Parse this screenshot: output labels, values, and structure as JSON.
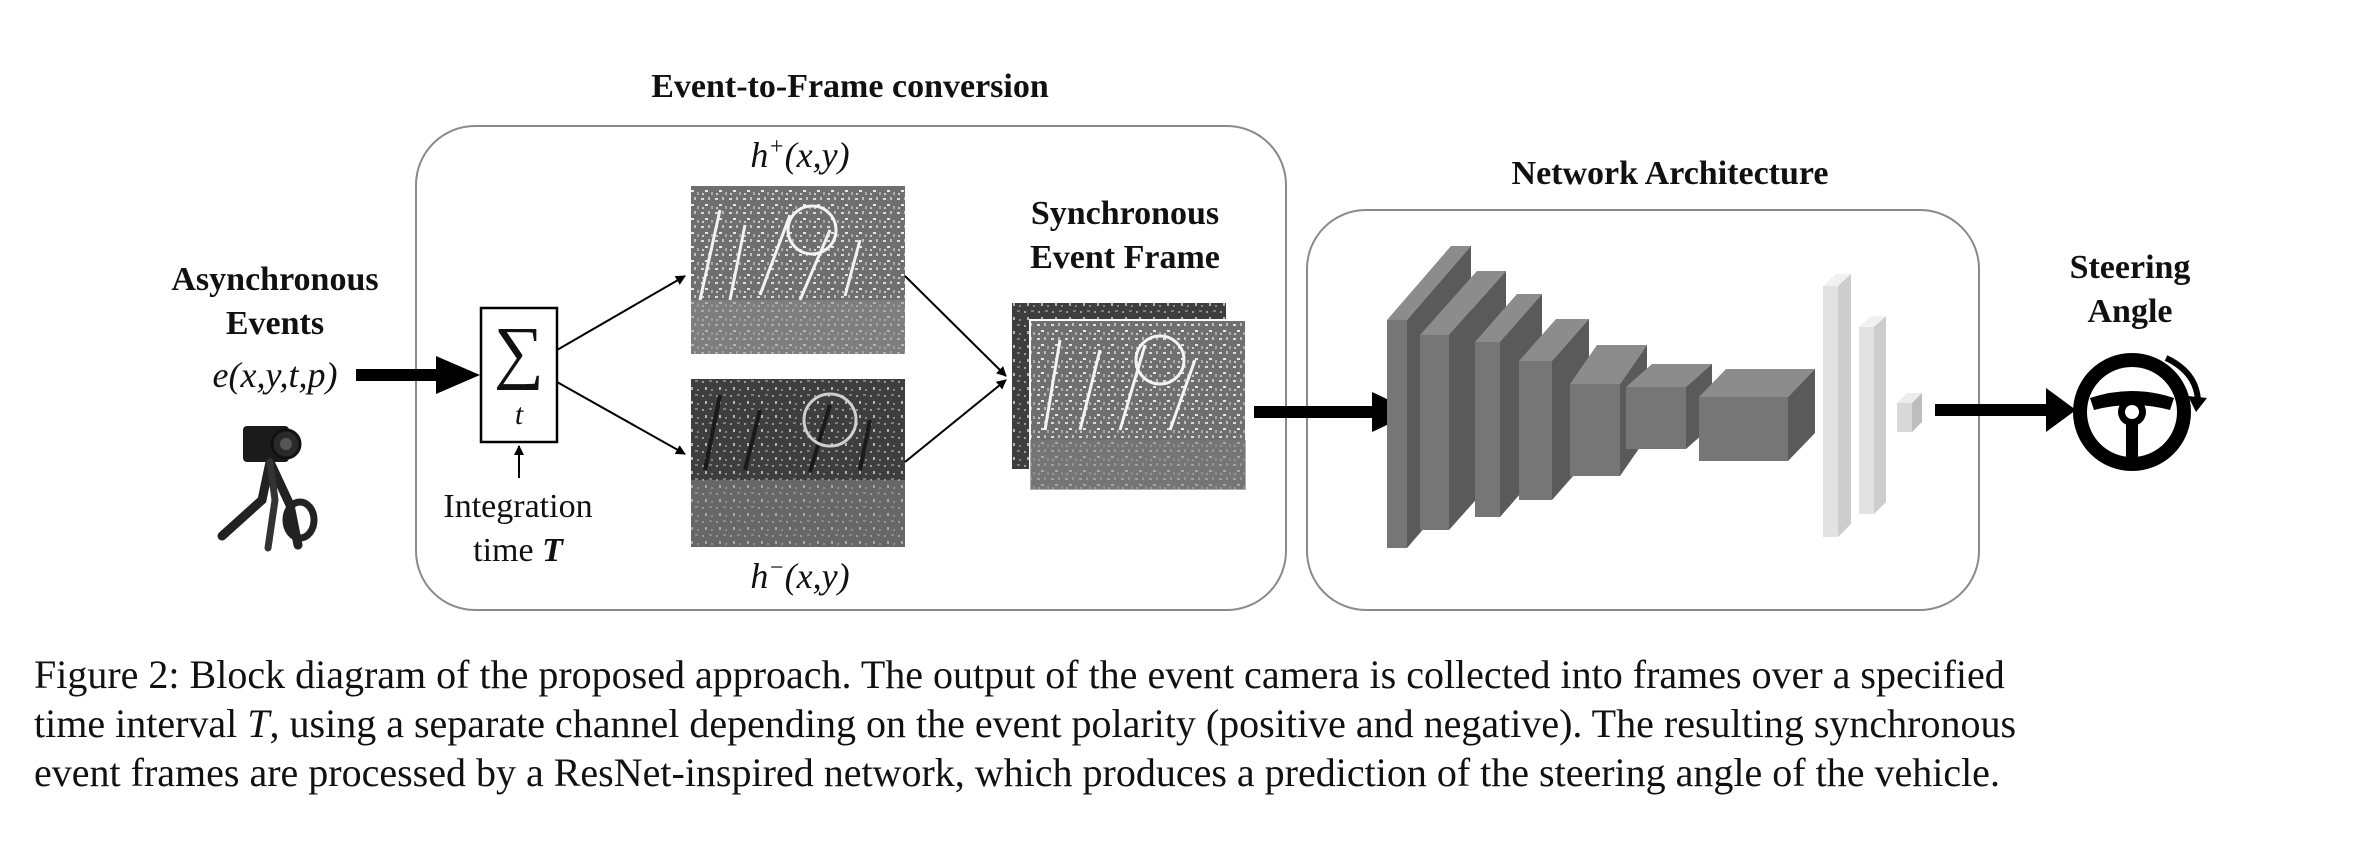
{
  "diagram": {
    "async_events": {
      "line1": "Asynchronous",
      "line2": "Events",
      "formula": "e(x,y,t,p)"
    },
    "conversion": {
      "title": "Event-to-Frame conversion",
      "sum_symbol": "∑",
      "sum_index": "t"
    },
    "integration": {
      "line1": "Integration",
      "line2_prefix": "time ",
      "line2_var": "T"
    },
    "h_plus": {
      "h": "h",
      "sup": "+",
      "args": "(x,y)"
    },
    "h_minus": {
      "h": "h",
      "sup": "−",
      "args": "(x,y)"
    },
    "sync_frame": {
      "line1": "Synchronous",
      "line2": "Event Frame"
    },
    "network": {
      "title": "Network Architecture"
    },
    "steering": {
      "line1": "Steering",
      "line2": "Angle"
    },
    "colors": {
      "panel_border": "#8a8a8a",
      "arrow": "#000000",
      "block_dark": "#6e6e6e",
      "block_light": "#e2e2e2"
    },
    "icons": [
      "event-camera-icon",
      "steering-wheel-icon",
      "rotation-arrow-icon"
    ]
  },
  "caption": {
    "line1": "Figure 2: Block diagram of the proposed approach. The output of the event camera is collected into frames over a specified",
    "line2_a": "time interval ",
    "line2_var": "T",
    "line2_b": ", using a separate channel depending on the event polarity (positive and negative). The resulting synchronous",
    "line3": "event frames are processed by a ResNet-inspired network, which produces a prediction of the steering angle of the vehicle."
  }
}
